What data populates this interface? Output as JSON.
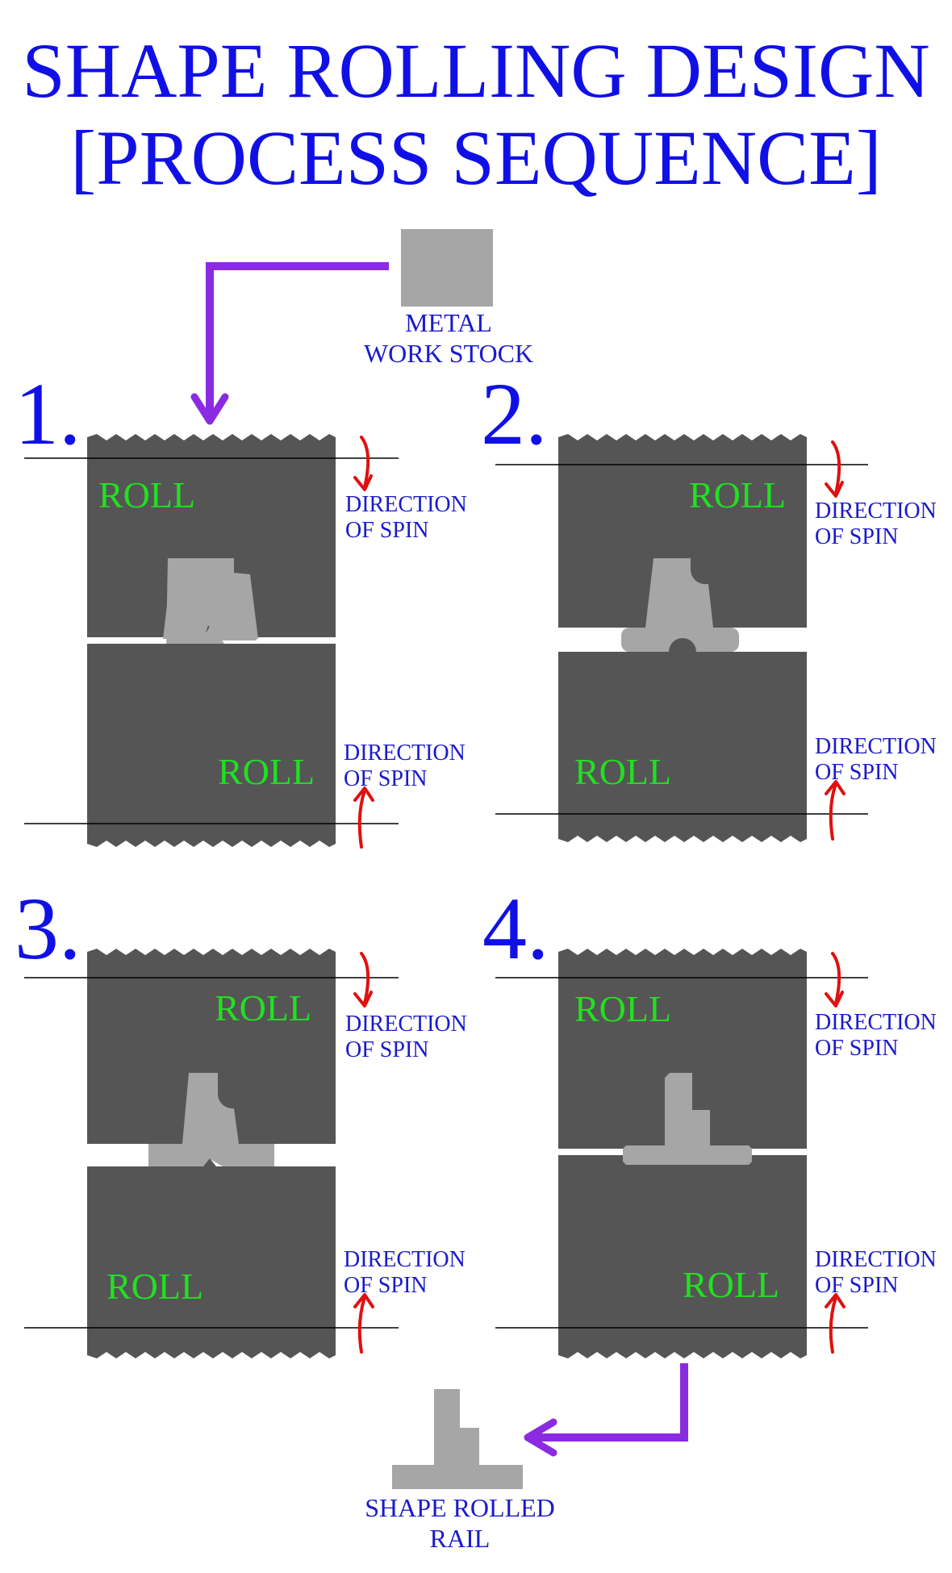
{
  "title": {
    "line1": "SHAPE ROLLING DESIGN",
    "line2": "[PROCESS SEQUENCE]"
  },
  "stock": {
    "label_line1": "METAL",
    "label_line2": "WORK STOCK"
  },
  "result": {
    "label_line1": "SHAPE ROLLED",
    "label_line2": "RAIL"
  },
  "steps": [
    {
      "number": "1.",
      "top_roll": "ROLL",
      "bottom_roll": "ROLL",
      "top_spin_line1": "DIRECTION",
      "top_spin_line2": "OF SPIN",
      "bottom_spin_line1": "DIRECTION",
      "bottom_spin_line2": "OF SPIN"
    },
    {
      "number": "2.",
      "top_roll": "ROLL",
      "bottom_roll": "ROLL",
      "top_spin_line1": "DIRECTION",
      "top_spin_line2": "OF SPIN",
      "bottom_spin_line1": "DIRECTION",
      "bottom_spin_line2": "OF SPIN"
    },
    {
      "number": "3.",
      "top_roll": "ROLL",
      "bottom_roll": "ROLL",
      "top_spin_line1": "DIRECTION",
      "top_spin_line2": "OF SPIN",
      "bottom_spin_line1": "DIRECTION",
      "bottom_spin_line2": "OF SPIN"
    },
    {
      "number": "4.",
      "top_roll": "ROLL",
      "bottom_roll": "ROLL",
      "top_spin_line1": "DIRECTION",
      "top_spin_line2": "OF SPIN",
      "bottom_spin_line1": "DIRECTION",
      "bottom_spin_line2": "OF SPIN"
    }
  ],
  "colors": {
    "roll": "#555555",
    "metal": "#a6a6a6",
    "flow_arrow": "#8a2be2",
    "spin_arrow": "#e01010",
    "title": "#1010e6",
    "roll_text": "#22e022"
  }
}
